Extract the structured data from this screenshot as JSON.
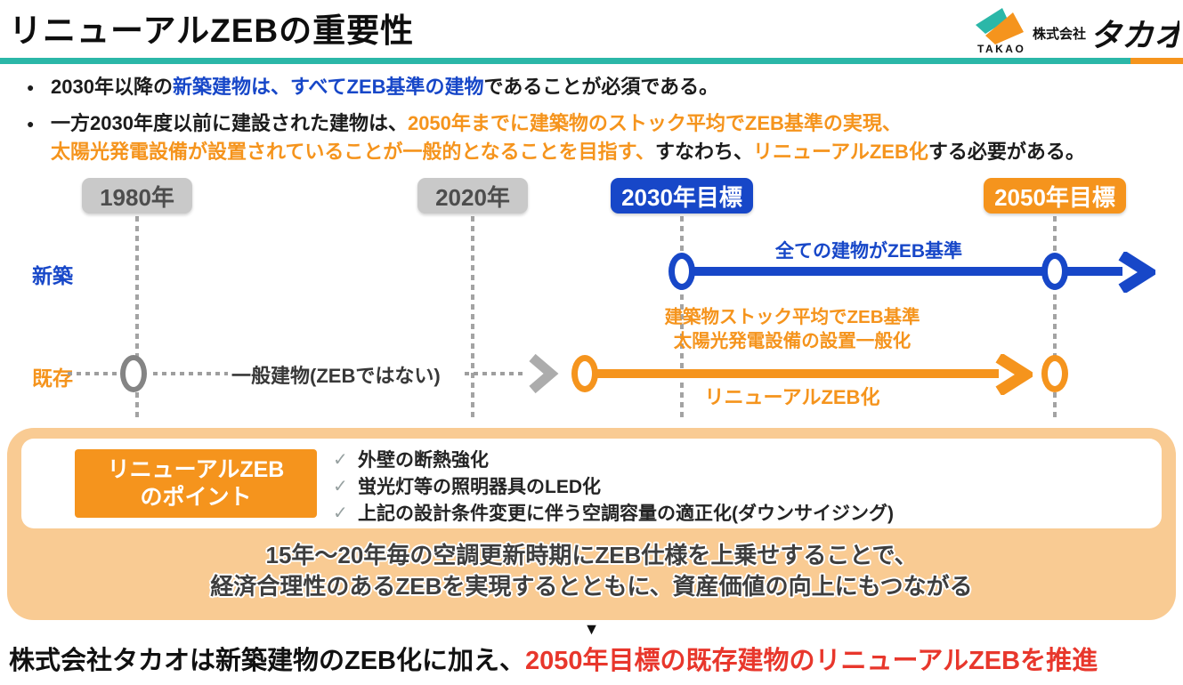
{
  "header": {
    "title": "リニューアルZEBの重要性",
    "logo": {
      "brand": "TAKAO",
      "company_prefix": "株式会社",
      "company_name": "タカオ"
    }
  },
  "bullets": {
    "marker": "●",
    "b1_seg1": "2030年以降の",
    "b1_seg2": "新築建物は、すべてZEB基準の建物",
    "b1_seg3": "であることが必須である。",
    "b2_l1_seg1": "一方2030年度以前に建設された建物は、",
    "b2_l1_seg2": "2050年までに建築物のストック平均でZEB基準の実現、",
    "b2_l2_seg1": "太陽光発電設備が設置されていることが一般的となることを目指す、",
    "b2_l2_seg2": "すなわち、",
    "b2_l2_seg3": "リニューアルZEB化",
    "b2_l2_seg4": "する必要がある。"
  },
  "timeline": {
    "milestones": [
      "1980年",
      "2020年",
      "2030年目標",
      "2050年目標"
    ],
    "row_new_label": "新築",
    "row_existing_label": "既存",
    "new_arrow_label": "全ての建物がZEB基準",
    "existing_past_label": "一般建物(ZEBではない)",
    "existing_goal_line1": "建築物ストック平均でZEB基準",
    "existing_goal_line2": "太陽光発電設備の設置一般化",
    "existing_renewal_label": "リニューアルZEB化"
  },
  "points": {
    "heading_line1": "リニューアルZEB",
    "heading_line2": "のポイント",
    "check_glyph": "✓",
    "items": [
      "外壁の断熱強化",
      "蛍光灯等の照明器具のLED化",
      "上記の設計条件変更に伴う空調容量の適正化(ダウンサイジング)"
    ],
    "statement_line1": "15年～20年毎の空調更新時期にZEB仕様を上乗せすることで、",
    "statement_line2": "経済合理性のあるZEBを実現するとともに、資産価値の向上にもつながる"
  },
  "conclusion": {
    "arrow_glyph": "▼",
    "black_part": "株式会社タカオは新築建物のZEB化に加え、",
    "red_part": "2050年目標の既存建物のリニューアルZEBを推進"
  },
  "colors": {
    "teal": "#2BB7A8",
    "blue": "#1747C8",
    "orange": "#F5941D",
    "peach": "#F9CB93",
    "red": "#E8372C",
    "gray_badge": "#C9C9C9",
    "gray_line": "#A3A3A3"
  }
}
